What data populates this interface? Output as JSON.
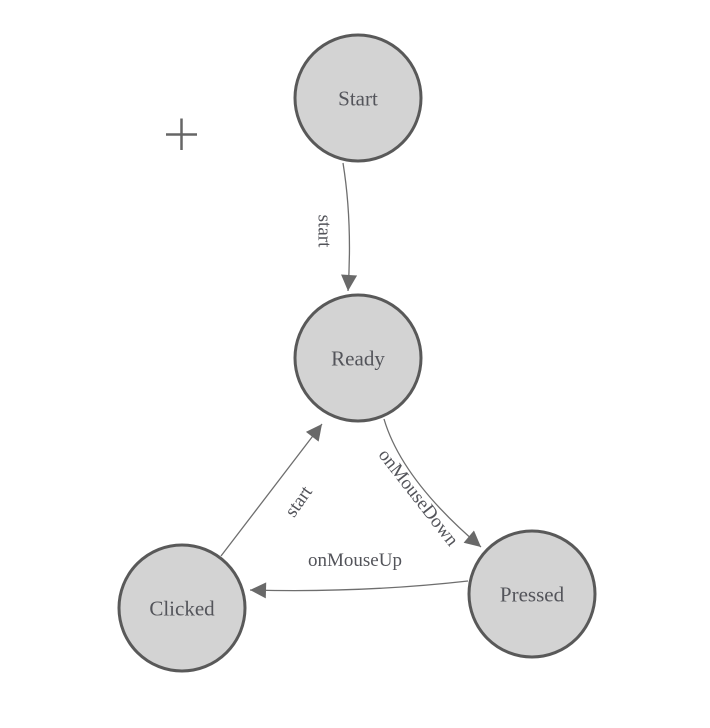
{
  "colors": {
    "background": "#ffffff",
    "node_fill": "#d3d3d3",
    "node_border": "#595959",
    "edge": "#6e6e6e",
    "arrowhead": "#696969",
    "label_text": "#53545a",
    "cursor_cross": "#666666"
  },
  "nodes": [
    {
      "id": "start",
      "label": "Start"
    },
    {
      "id": "ready",
      "label": "Ready"
    },
    {
      "id": "clicked",
      "label": "Clicked"
    },
    {
      "id": "pressed",
      "label": "Pressed"
    }
  ],
  "edges": [
    {
      "from": "start",
      "to": "ready",
      "label": "start"
    },
    {
      "from": "ready",
      "to": "pressed",
      "label": "onMouseDown"
    },
    {
      "from": "pressed",
      "to": "clicked",
      "label": "onMouseUp"
    },
    {
      "from": "clicked",
      "to": "ready",
      "label": "start"
    }
  ],
  "markers": {
    "cursor": {
      "icon": "plus-crosshair"
    }
  }
}
